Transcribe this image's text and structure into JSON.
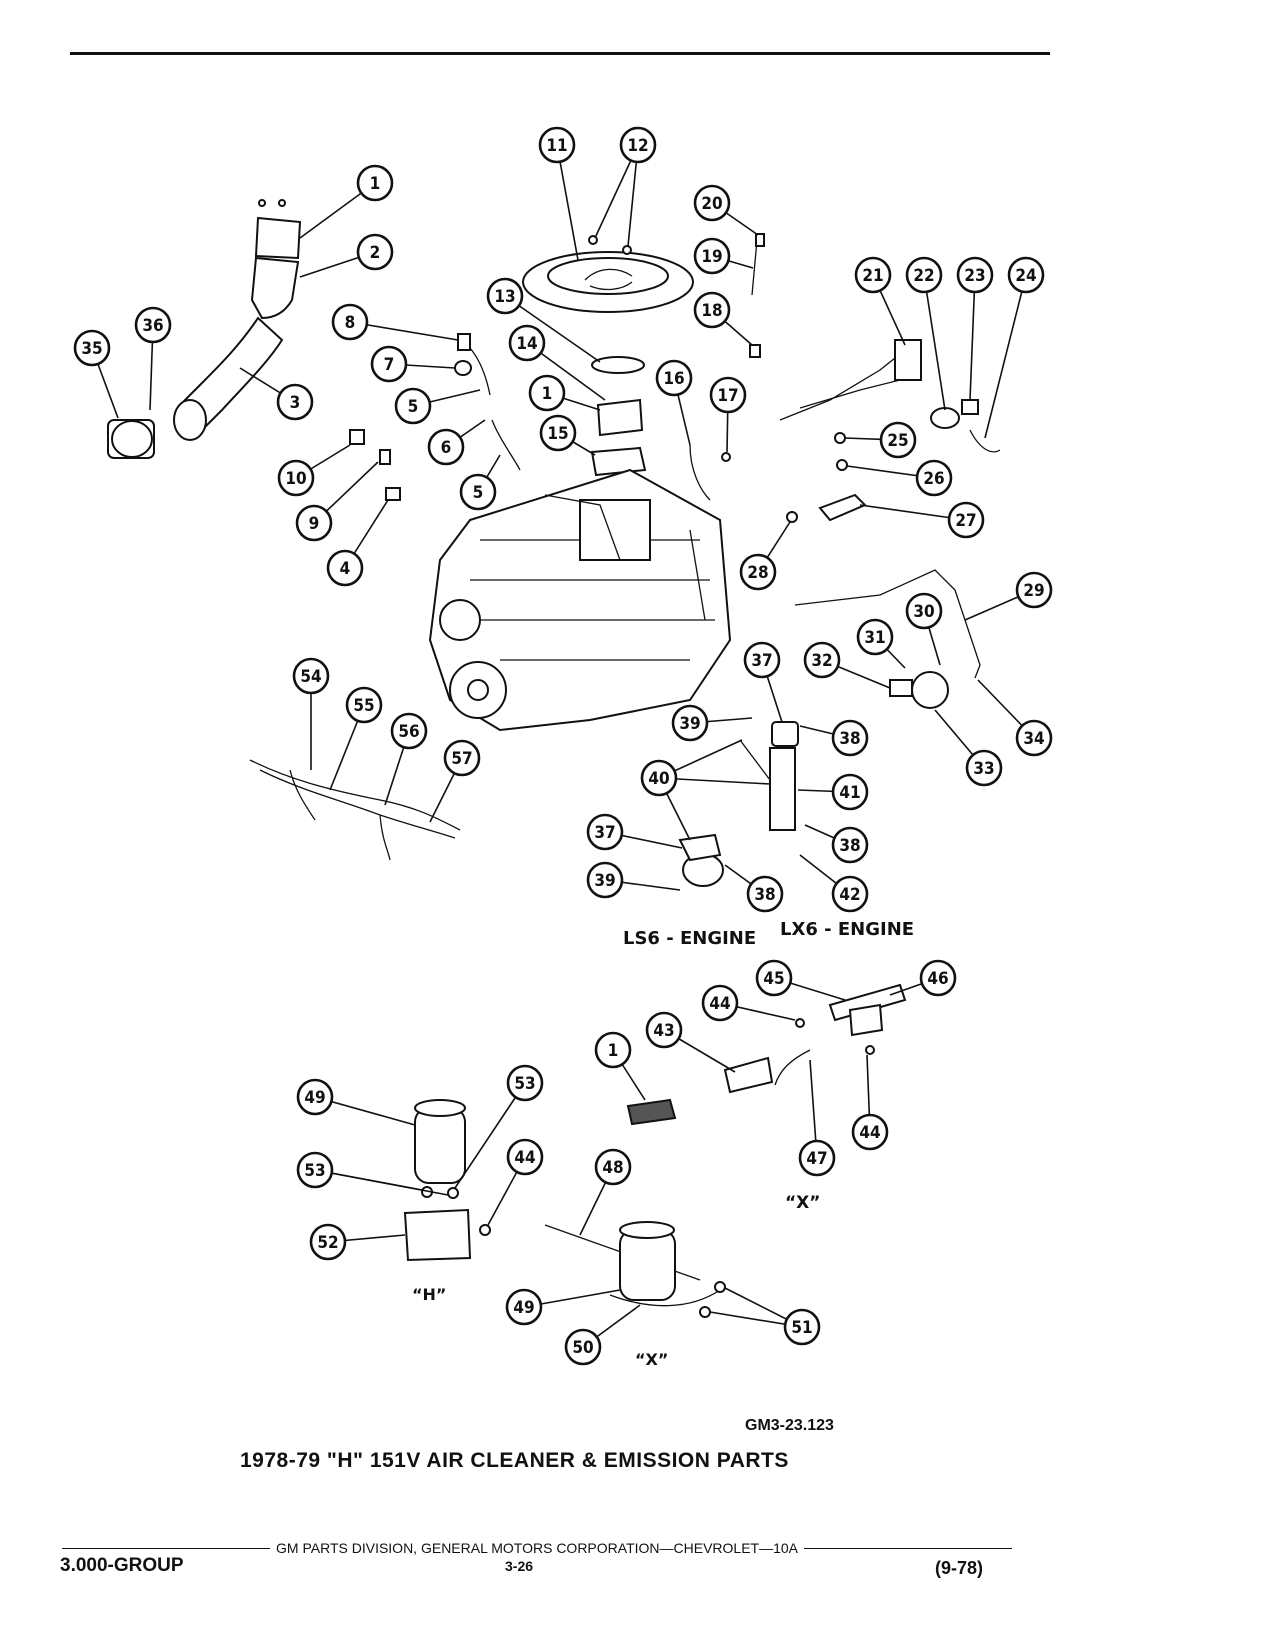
{
  "callouts": [
    {
      "n": "1",
      "c": [
        375,
        183
      ]
    },
    {
      "n": "2",
      "c": [
        375,
        252
      ]
    },
    {
      "n": "3",
      "c": [
        295,
        402
      ]
    },
    {
      "n": "36",
      "c": [
        153,
        325
      ]
    },
    {
      "n": "35",
      "c": [
        92,
        348
      ]
    },
    {
      "n": "8",
      "c": [
        350,
        322
      ]
    },
    {
      "n": "7",
      "c": [
        389,
        364
      ]
    },
    {
      "n": "5",
      "c": [
        413,
        406
      ]
    },
    {
      "n": "6",
      "c": [
        446,
        447
      ]
    },
    {
      "n": "5",
      "c": [
        478,
        492
      ]
    },
    {
      "n": "10",
      "c": [
        296,
        478
      ]
    },
    {
      "n": "9",
      "c": [
        314,
        523
      ]
    },
    {
      "n": "4",
      "c": [
        345,
        568
      ]
    },
    {
      "n": "11",
      "c": [
        557,
        145
      ]
    },
    {
      "n": "12",
      "c": [
        638,
        145
      ]
    },
    {
      "n": "13",
      "c": [
        505,
        296
      ]
    },
    {
      "n": "14",
      "c": [
        527,
        343
      ]
    },
    {
      "n": "1",
      "c": [
        547,
        393
      ]
    },
    {
      "n": "15",
      "c": [
        558,
        433
      ]
    },
    {
      "n": "20",
      "c": [
        712,
        203
      ]
    },
    {
      "n": "19",
      "c": [
        712,
        256
      ]
    },
    {
      "n": "18",
      "c": [
        712,
        310
      ]
    },
    {
      "n": "16",
      "c": [
        674,
        378
      ]
    },
    {
      "n": "17",
      "c": [
        728,
        395
      ]
    },
    {
      "n": "21",
      "c": [
        873,
        275
      ]
    },
    {
      "n": "22",
      "c": [
        924,
        275
      ]
    },
    {
      "n": "23",
      "c": [
        975,
        275
      ]
    },
    {
      "n": "24",
      "c": [
        1026,
        275
      ]
    },
    {
      "n": "25",
      "c": [
        898,
        440
      ]
    },
    {
      "n": "26",
      "c": [
        934,
        478
      ]
    },
    {
      "n": "27",
      "c": [
        966,
        520
      ]
    },
    {
      "n": "28",
      "c": [
        758,
        572
      ]
    },
    {
      "n": "29",
      "c": [
        1034,
        590
      ]
    },
    {
      "n": "30",
      "c": [
        924,
        611
      ]
    },
    {
      "n": "31",
      "c": [
        875,
        637
      ]
    },
    {
      "n": "32",
      "c": [
        822,
        660
      ]
    },
    {
      "n": "34",
      "c": [
        1034,
        738
      ]
    },
    {
      "n": "33",
      "c": [
        984,
        768
      ]
    },
    {
      "n": "37",
      "c": [
        762,
        660
      ]
    },
    {
      "n": "39",
      "c": [
        690,
        723
      ]
    },
    {
      "n": "38",
      "c": [
        850,
        738
      ]
    },
    {
      "n": "40",
      "c": [
        659,
        778
      ]
    },
    {
      "n": "41",
      "c": [
        850,
        792
      ]
    },
    {
      "n": "38",
      "c": [
        850,
        845
      ]
    },
    {
      "n": "37",
      "c": [
        605,
        832
      ]
    },
    {
      "n": "39",
      "c": [
        605,
        880
      ]
    },
    {
      "n": "38",
      "c": [
        765,
        894
      ]
    },
    {
      "n": "42",
      "c": [
        850,
        894
      ]
    },
    {
      "n": "54",
      "c": [
        311,
        676
      ]
    },
    {
      "n": "55",
      "c": [
        364,
        705
      ]
    },
    {
      "n": "56",
      "c": [
        409,
        731
      ]
    },
    {
      "n": "57",
      "c": [
        462,
        758
      ]
    },
    {
      "n": "45",
      "c": [
        774,
        978
      ]
    },
    {
      "n": "46",
      "c": [
        938,
        978
      ]
    },
    {
      "n": "44",
      "c": [
        720,
        1003
      ]
    },
    {
      "n": "43",
      "c": [
        664,
        1030
      ]
    },
    {
      "n": "1",
      "c": [
        613,
        1050
      ]
    },
    {
      "n": "47",
      "c": [
        817,
        1158
      ]
    },
    {
      "n": "44",
      "c": [
        870,
        1132
      ]
    },
    {
      "n": "49",
      "c": [
        315,
        1097
      ]
    },
    {
      "n": "53",
      "c": [
        525,
        1083
      ]
    },
    {
      "n": "53",
      "c": [
        315,
        1170
      ]
    },
    {
      "n": "44",
      "c": [
        525,
        1157
      ]
    },
    {
      "n": "48",
      "c": [
        613,
        1167
      ]
    },
    {
      "n": "52",
      "c": [
        328,
        1242
      ]
    },
    {
      "n": "49",
      "c": [
        524,
        1307
      ]
    },
    {
      "n": "51",
      "c": [
        802,
        1327
      ]
    },
    {
      "n": "50",
      "c": [
        583,
        1347
      ]
    }
  ],
  "labels": {
    "ls6": "LS6 - ENGINE",
    "lx6": "LX6 - ENGINE",
    "x1": "“X”",
    "h": "“H”",
    "x2": "“X”"
  },
  "figure_id": "GM3-23.123",
  "figure_title": "1978-79 \"H\" 151V AIR CLEANER & EMISSION PARTS",
  "footer": {
    "publisher": "GM PARTS DIVISION, GENERAL MOTORS CORPORATION—CHEVROLET—10A",
    "group": "3.000-GROUP",
    "page": "3-26",
    "date": "(9-78)"
  }
}
